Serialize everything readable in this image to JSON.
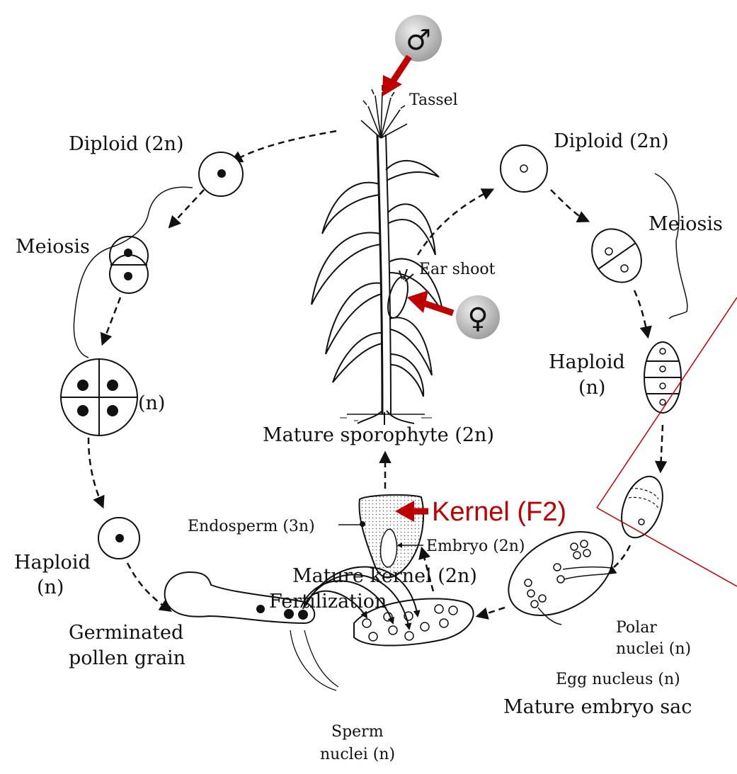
{
  "labels": {
    "tassel": "Tassel",
    "diploid_left": "Diploid (2n)",
    "diploid_right": "Diploid (2n)",
    "meiosis_left": "Meiosis",
    "meiosis_right": "Meiosis",
    "n_left": "(n)",
    "haploid_left": "Haploid",
    "haploid_left_n": "(n)",
    "haploid_right": "Haploid",
    "haploid_right_n": "(n)",
    "ear_shoot": "Ear shoot",
    "mature_sporophyte": "Mature sporophyte (2n)",
    "endosperm": "Endosperm (3n)",
    "embryo": "Embryo (2n)",
    "kernel_f2": "Kernel (F2)",
    "mature_kernel": "Mature kernel (2n)",
    "fertilization": "Fertilization",
    "germinated_line1": "Germinated",
    "germinated_line2": "pollen grain",
    "sperm_line1": "Sperm",
    "sperm_line2": "nuclei (n)",
    "polar_line1": "Polar",
    "polar_line2": "nuclei (n)",
    "egg_nucleus": "Egg nucleus (n)",
    "mature_embryo_sac": "Mature embryo sac"
  },
  "symbols": {
    "male": "♂",
    "female": "♀"
  },
  "colors": {
    "accent_red": "#c00000",
    "badge_gray": "#b5b5b5",
    "line": "#111111"
  }
}
